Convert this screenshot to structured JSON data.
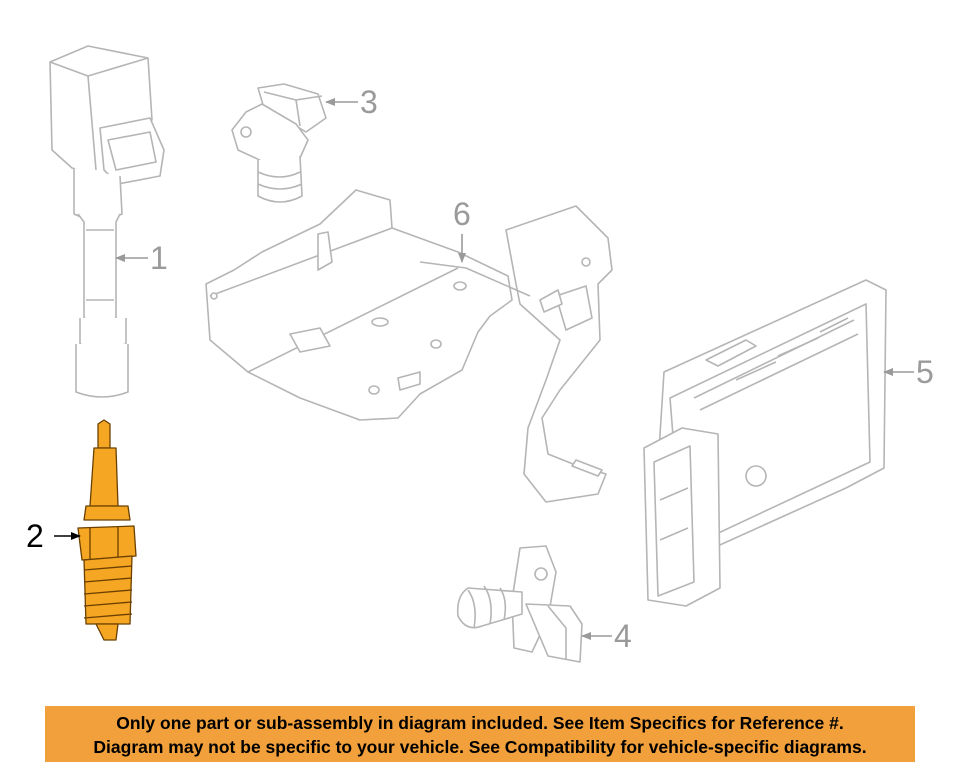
{
  "callouts": {
    "c1": "1",
    "c2": "2",
    "c3": "3",
    "c4": "4",
    "c5": "5",
    "c6": "6"
  },
  "notice": {
    "line1": "Only one part or sub-assembly in diagram included. See Item Specifics for Reference #.",
    "line2": "Diagram may not be specific to your vehicle. See Compatibility for vehicle-specific diagrams."
  },
  "colors": {
    "outline": "#b5b5b5",
    "highlight_part": "#f5a623",
    "notice_background": "#f2a03c"
  },
  "highlighted_part": "2"
}
